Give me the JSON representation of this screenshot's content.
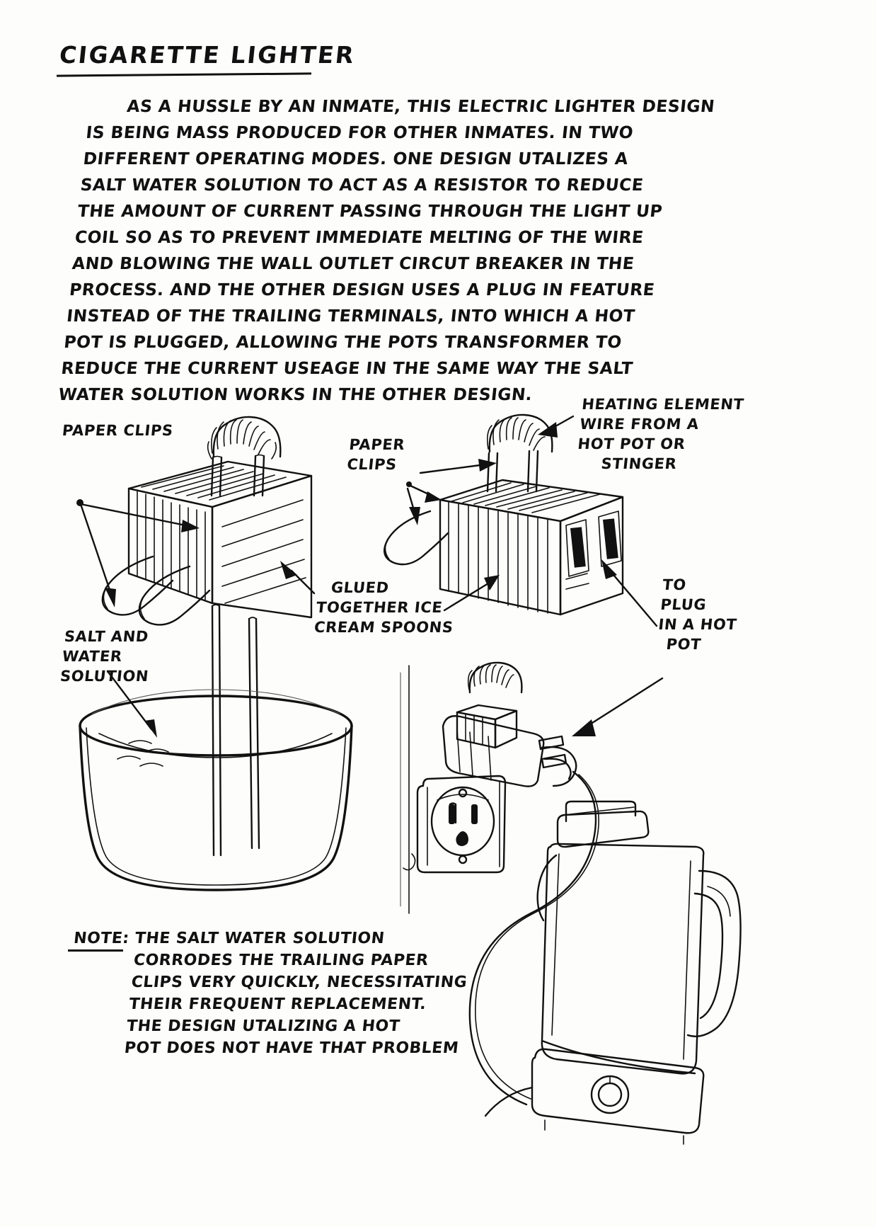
{
  "document": {
    "title": "CIGARETTE LIGHTER",
    "kind": "hand-drawn technical sketch"
  },
  "intro": {
    "lines": [
      "AS A HUSSLE BY AN INMATE, THIS ELECTRIC LIGHTER DESIGN",
      "IS BEING MASS PRODUCED FOR OTHER INMATES. IN TWO",
      "DIFFERENT OPERATING MODES.  ONE DESIGN UTALIZES A",
      "SALT WATER SOLUTION TO ACT AS A RESISTOR TO REDUCE",
      "THE AMOUNT OF CURRENT PASSING THROUGH THE LIGHT UP",
      "COIL SO AS TO PREVENT IMMEDIATE MELTING OF THE WIRE",
      "AND BLOWING THE WALL OUTLET CIRCUT BREAKER IN THE",
      "PROCESS. AND THE OTHER DESIGN USES A PLUG IN FEATURE",
      "INSTEAD OF THE TRAILING TERMINALS, INTO WHICH A HOT",
      "POT IS PLUGGED, ALLOWING THE POTS TRANSFORMER TO",
      "REDUCE THE CURRENT USEAGE IN THE SAME WAY THE SALT",
      "WATER SOLUTION WORKS IN THE OTHER DESIGN."
    ]
  },
  "labels": {
    "paper_clips_left": [
      "PAPER CLIPS"
    ],
    "paper_clips_mid": [
      "PAPER",
      "CLIPS"
    ],
    "heating_element": [
      "HEATING ELEMENT",
      "WIRE FROM A",
      "HOT POT OR",
      "STINGER"
    ],
    "glued_spoons": [
      "GLUED",
      "TOGETHER ICE",
      "CREAM SPOONS"
    ],
    "salt_water": [
      "SALT AND",
      "WATER",
      "SOLUTION"
    ],
    "to_plug": [
      "TO",
      "PLUG",
      "IN A HOT",
      "POT"
    ]
  },
  "note": {
    "heading": "NOTE:",
    "lines": [
      "NOTE:  THE SALT WATER SOLUTION",
      "CORRODES THE TRAILING PAPER",
      "CLIPS VERY QUICKLY, NECESSITATING",
      "THEIR FREQUENT REPLACEMENT.",
      "THE DESIGN UTALIZING A HOT",
      "POT DOES NOT HAVE THAT PROBLEM"
    ]
  },
  "figures": {
    "left_assembly": "salt-water-lighter-in-bowl",
    "right_assembly": "plug-in-lighter-block",
    "plug_detail": "heating-element-plug-into-wall-outlet",
    "outlet": "wall-outlet",
    "hot_pot": "electric-hot-pot-kettle"
  },
  "colors": {
    "ink": "#111111",
    "paper": "#fdfdfc",
    "faint_ink": "#555555"
  }
}
